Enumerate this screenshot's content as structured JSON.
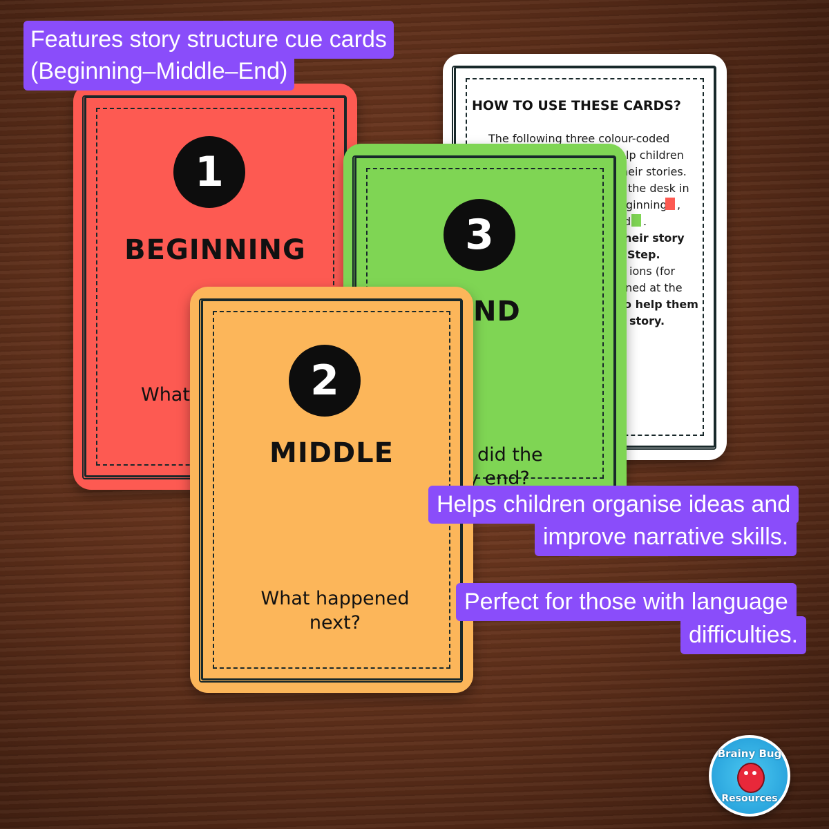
{
  "callouts": {
    "top": {
      "line1": "Features story structure cue cards",
      "line2": "(Beginning–Middle–End)"
    },
    "middle": {
      "line1": "Helps children organise ideas and",
      "line2": "improve narrative skills."
    },
    "bottom": {
      "line1": "Perfect for those with language",
      "line2": "difficulties."
    }
  },
  "cards": {
    "beginning": {
      "number": "1",
      "title": "BEGINNING",
      "question": "What"
    },
    "middle": {
      "number": "2",
      "title": "MIDDLE",
      "question_line1": "What happened",
      "question_line2": "next?"
    },
    "end": {
      "number": "3",
      "title": "ND",
      "question_line1": "did the",
      "question_line2": "y end?"
    },
    "instructions": {
      "heading": "HOW TO USE THESE CARDS?",
      "lines": [
        "The following three colour-coded",
        "lp children",
        "heir stories.",
        "the desk in",
        "ginning",
        "d",
        "heir story",
        "Step.",
        "ions (for",
        "ned at the",
        "o help them",
        "story."
      ]
    }
  },
  "logo": {
    "top": "Brainy Bug",
    "bottom": "Resources"
  },
  "colors": {
    "red": "#fd5a52",
    "green": "#7fd554",
    "orange": "#fcb65a",
    "white": "#ffffff",
    "purple": "#8a4dfa"
  }
}
